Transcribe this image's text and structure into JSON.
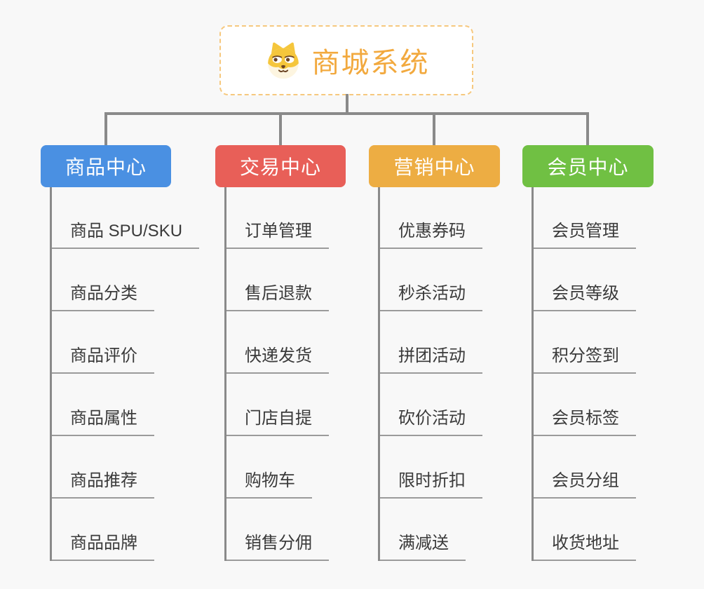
{
  "root": {
    "title": "商城系统",
    "icon": "shiba-dog-icon",
    "text_color": "#f2a93e",
    "border_color": "#f6c87e"
  },
  "connector_color": "#8a8a8a",
  "underline_color": "#9b9b9b",
  "background_color": "#f8f8f8",
  "branches": [
    {
      "label": "商品中心",
      "color": "#4a90e2",
      "items": [
        "商品 SPU/SKU",
        "商品分类",
        "商品评价",
        "商品属性",
        "商品推荐",
        "商品品牌"
      ]
    },
    {
      "label": "交易中心",
      "color": "#e85f58",
      "items": [
        "订单管理",
        "售后退款",
        "快递发货",
        "门店自提",
        "购物车",
        "销售分佣"
      ]
    },
    {
      "label": "营销中心",
      "color": "#edad43",
      "items": [
        "优惠券码",
        "秒杀活动",
        "拼团活动",
        "砍价活动",
        "限时折扣",
        "满减送"
      ]
    },
    {
      "label": "会员中心",
      "color": "#70c043",
      "items": [
        "会员管理",
        "会员等级",
        "积分签到",
        "会员标签",
        "会员分组",
        "收货地址"
      ]
    }
  ]
}
